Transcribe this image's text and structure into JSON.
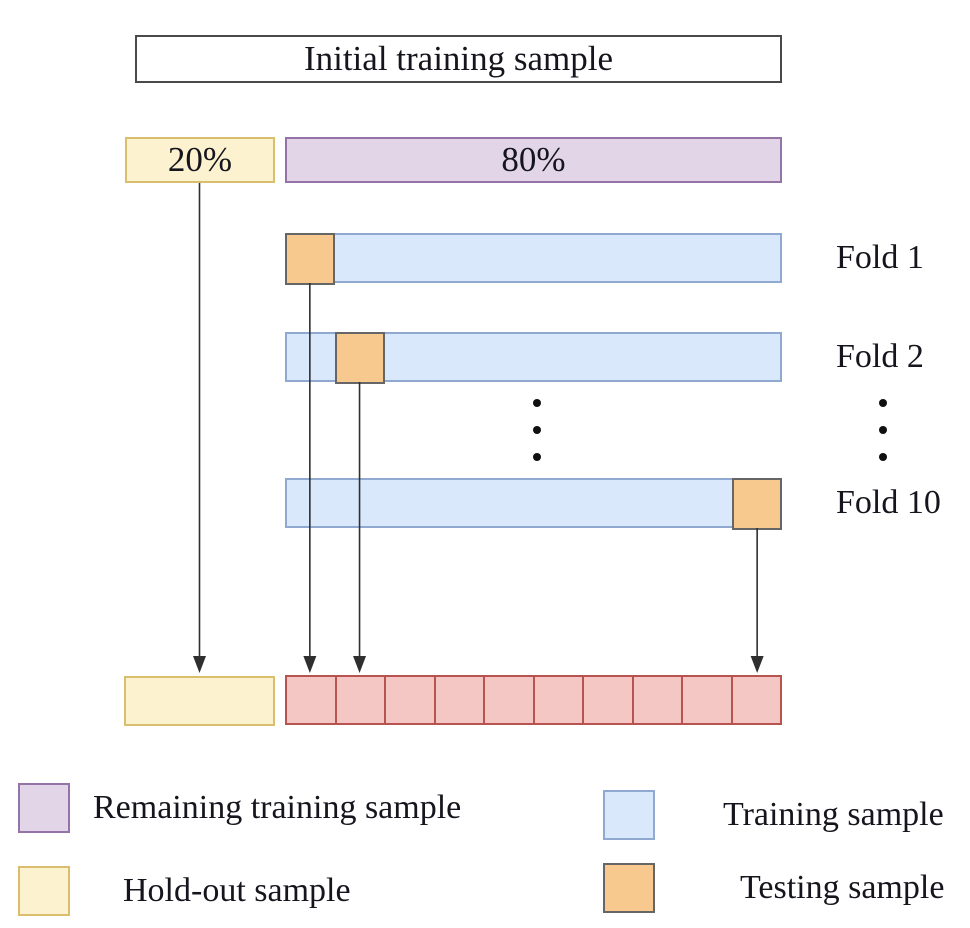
{
  "diagram": {
    "title": "Initial training sample",
    "split": {
      "holdout": {
        "label": "20%"
      },
      "remaining": {
        "label": "80%"
      }
    },
    "folds": [
      {
        "label": "Fold 1",
        "test_segment": 1
      },
      {
        "label": "Fold 2",
        "test_segment": 2
      },
      {
        "label": "Fold 10",
        "test_segment": 10
      }
    ],
    "num_segments": 10,
    "ellipsis": {
      "columns": 2,
      "dots_per_column": 3
    },
    "legend": {
      "remaining": {
        "label": "Remaining training sample"
      },
      "holdout": {
        "label": "Hold-out sample"
      },
      "training": {
        "label": "Training sample"
      },
      "testing": {
        "label": "Testing sample"
      }
    },
    "colors": {
      "holdout_fill": "#FCF2CF",
      "holdout_border": "#D9BE6E",
      "remaining_fill": "#E1D5E7",
      "remaining_border": "#9673A6",
      "training_fill": "#DAE8FC",
      "training_border": "#8FA9D0",
      "testing_fill": "#F7C98F",
      "testing_border": "#666666",
      "validation_fill": "#F4C7C5",
      "validation_border": "#B85450",
      "arrow": "#2f2f2f"
    }
  }
}
